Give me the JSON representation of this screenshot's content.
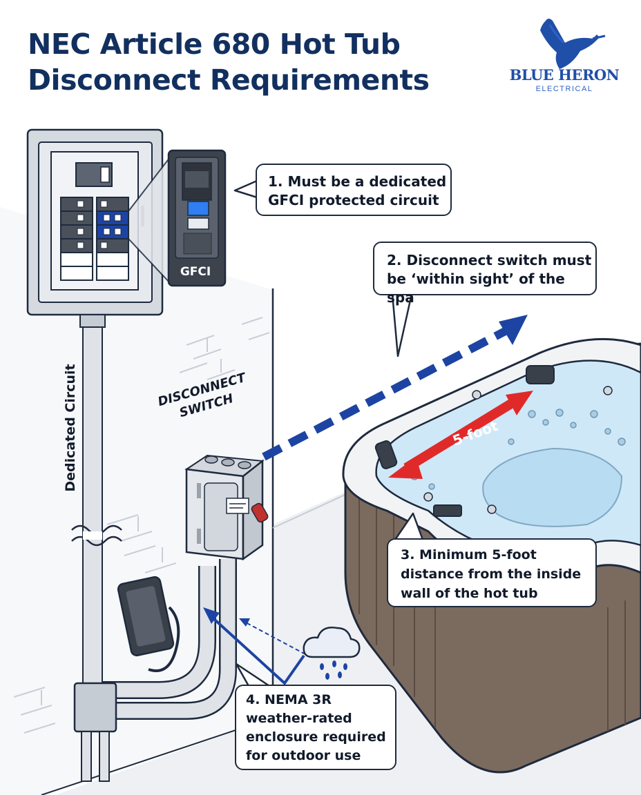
{
  "title": {
    "line1": "NEC Article 680 Hot Tub",
    "line2": "Disconnect Requirements"
  },
  "logo": {
    "name": "BLUE HERON",
    "sub": "ELECTRICAL",
    "icon": "heron-icon"
  },
  "callouts": [
    {
      "number": "1",
      "lines": [
        "1. Must be a dedicated",
        "GFCI protected circuit"
      ]
    },
    {
      "number": "2",
      "lines": [
        "2. Disconnect switch must",
        "be ‘within sight’ of the spa"
      ]
    },
    {
      "number": "3",
      "lines": [
        "3. Minimum 5-foot",
        "distance from the inside",
        "wall of the hot tub"
      ]
    },
    {
      "number": "4",
      "lines": [
        "4. NEMA 3R",
        "weather-rated",
        "enclosure required",
        "for outdoor use"
      ]
    }
  ],
  "labels": {
    "gfci": "GFCI",
    "dedicated_circuit": "Dedicated Circuit",
    "disconnect_switch": [
      "DISCONNECT",
      "SWITCH"
    ],
    "five_foot": "5-foot"
  },
  "colors": {
    "title": "#12305f",
    "accent_blue": "#1d44a3",
    "accent_red": "#e02a2a",
    "water": "#cfe8f7",
    "tub_cabinet": "#7b6a5e",
    "panel_gray": "#c9ced6",
    "outline": "#1e2a3d"
  }
}
